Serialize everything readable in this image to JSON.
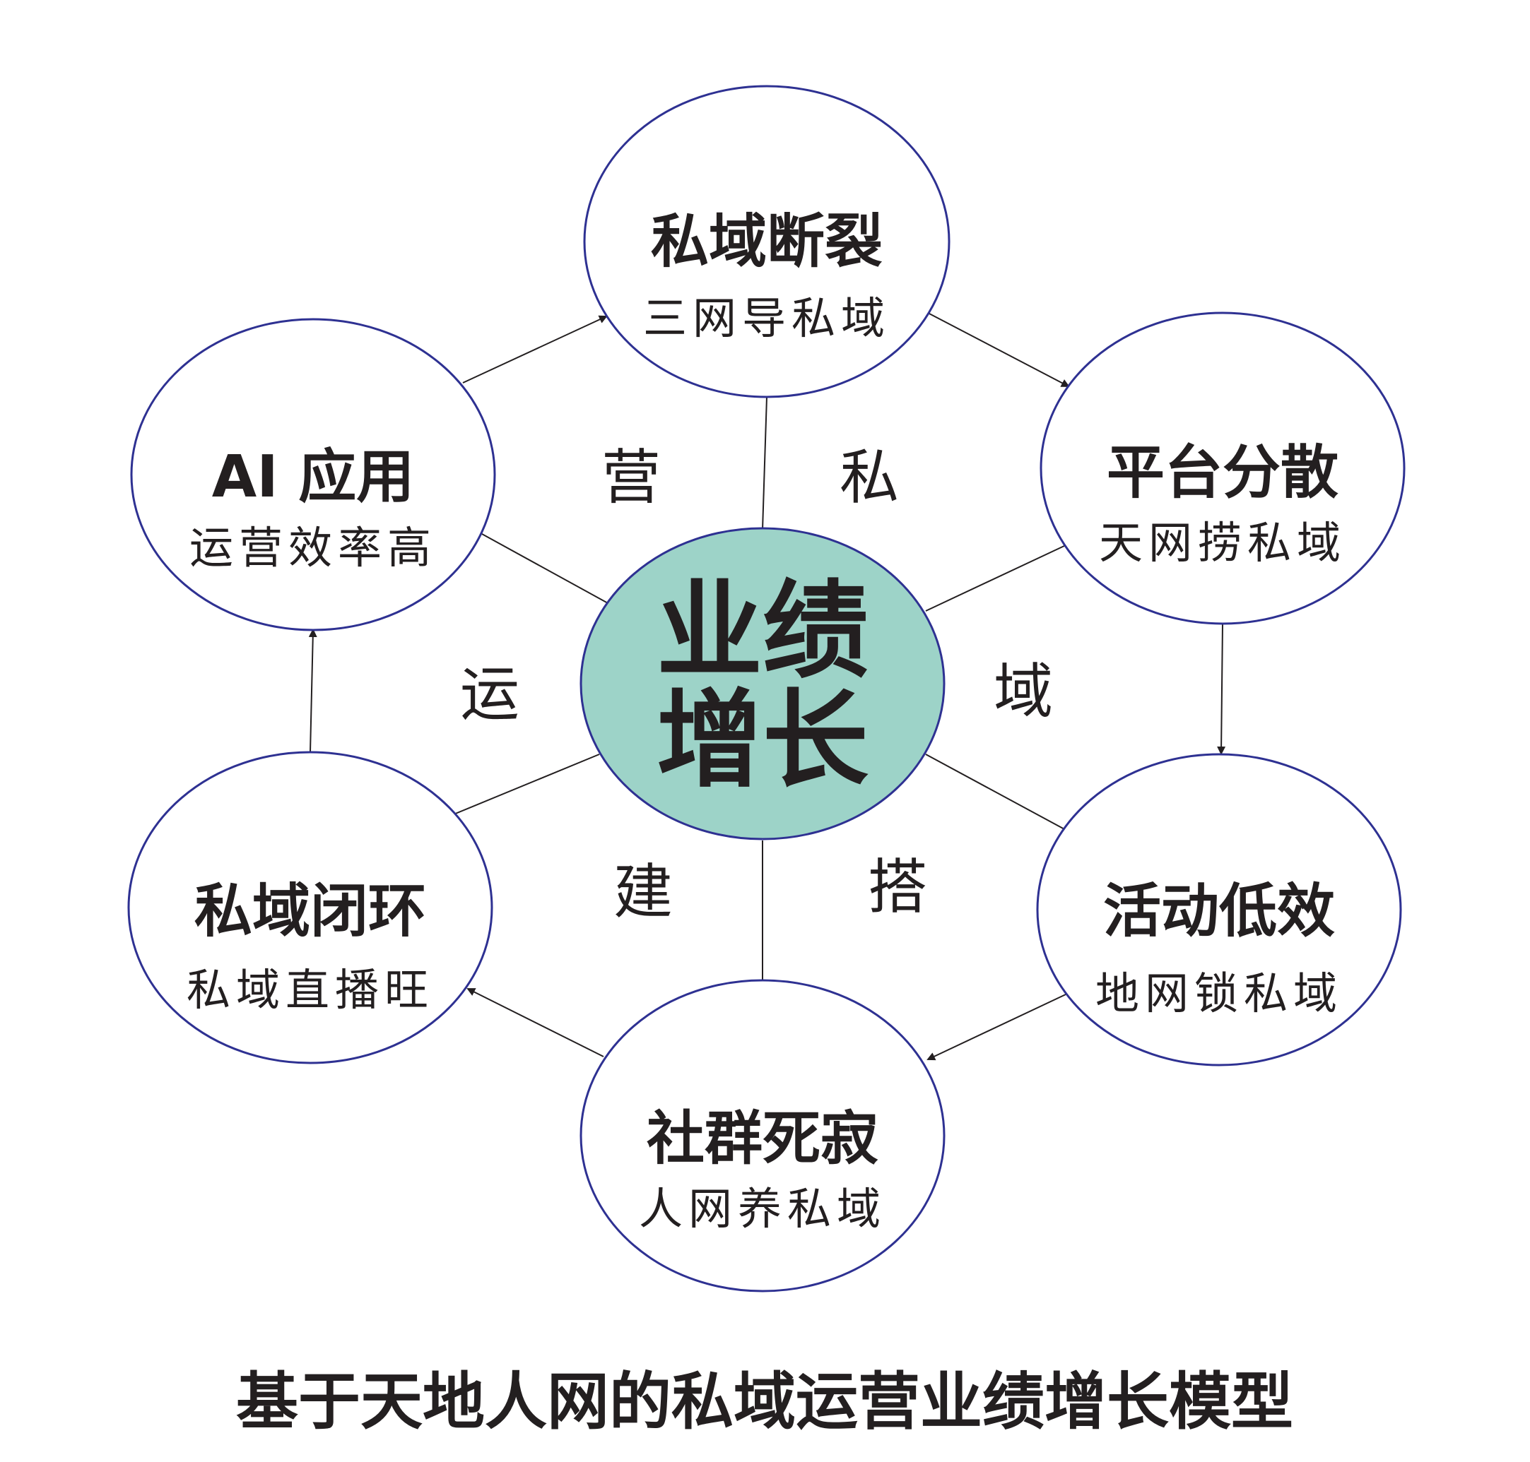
{
  "center": {
    "line1": "业绩",
    "line2": "增长",
    "fill_color": "#9dd3c8"
  },
  "nodes": [
    {
      "title": "私域断裂",
      "subtitle": "三网导私域"
    },
    {
      "title": "平台分散",
      "subtitle": "天网捞私域"
    },
    {
      "title": "活动低效",
      "subtitle": "地网锁私域"
    },
    {
      "title": "社群死寂",
      "subtitle": "人网养私域"
    },
    {
      "title": "私域闭环",
      "subtitle": "私域直播旺"
    },
    {
      "title": "AI 应用",
      "subtitle": "运营效率高"
    }
  ],
  "ring_chars": [
    "私",
    "域",
    "搭",
    "建",
    "运",
    "营"
  ],
  "caption": "基于天地人网的私域运营业绩增长模型",
  "colors": {
    "node_stroke": "#2e3192",
    "line": "#231f20",
    "text": "#231f20"
  }
}
